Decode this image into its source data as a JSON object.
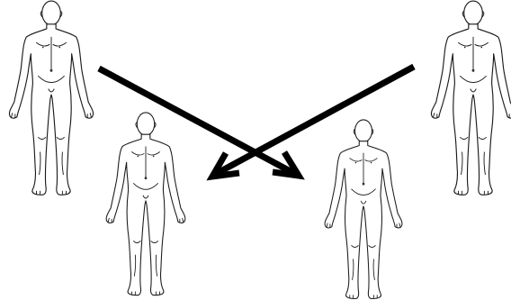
{
  "diagram": {
    "figures": [
      {
        "id": "figure-top-left",
        "view": "front"
      },
      {
        "id": "figure-bottom-left",
        "view": "front"
      },
      {
        "id": "figure-bottom-right",
        "view": "front"
      },
      {
        "id": "figure-top-right",
        "view": "front"
      }
    ],
    "arrows": [
      {
        "from": "figure-top-left",
        "to": "figure-bottom-right"
      },
      {
        "from": "figure-top-right",
        "to": "figure-bottom-left"
      }
    ],
    "colors": {
      "line": "#000000",
      "outline": "#1a1a1a",
      "background": "#ffffff"
    }
  }
}
